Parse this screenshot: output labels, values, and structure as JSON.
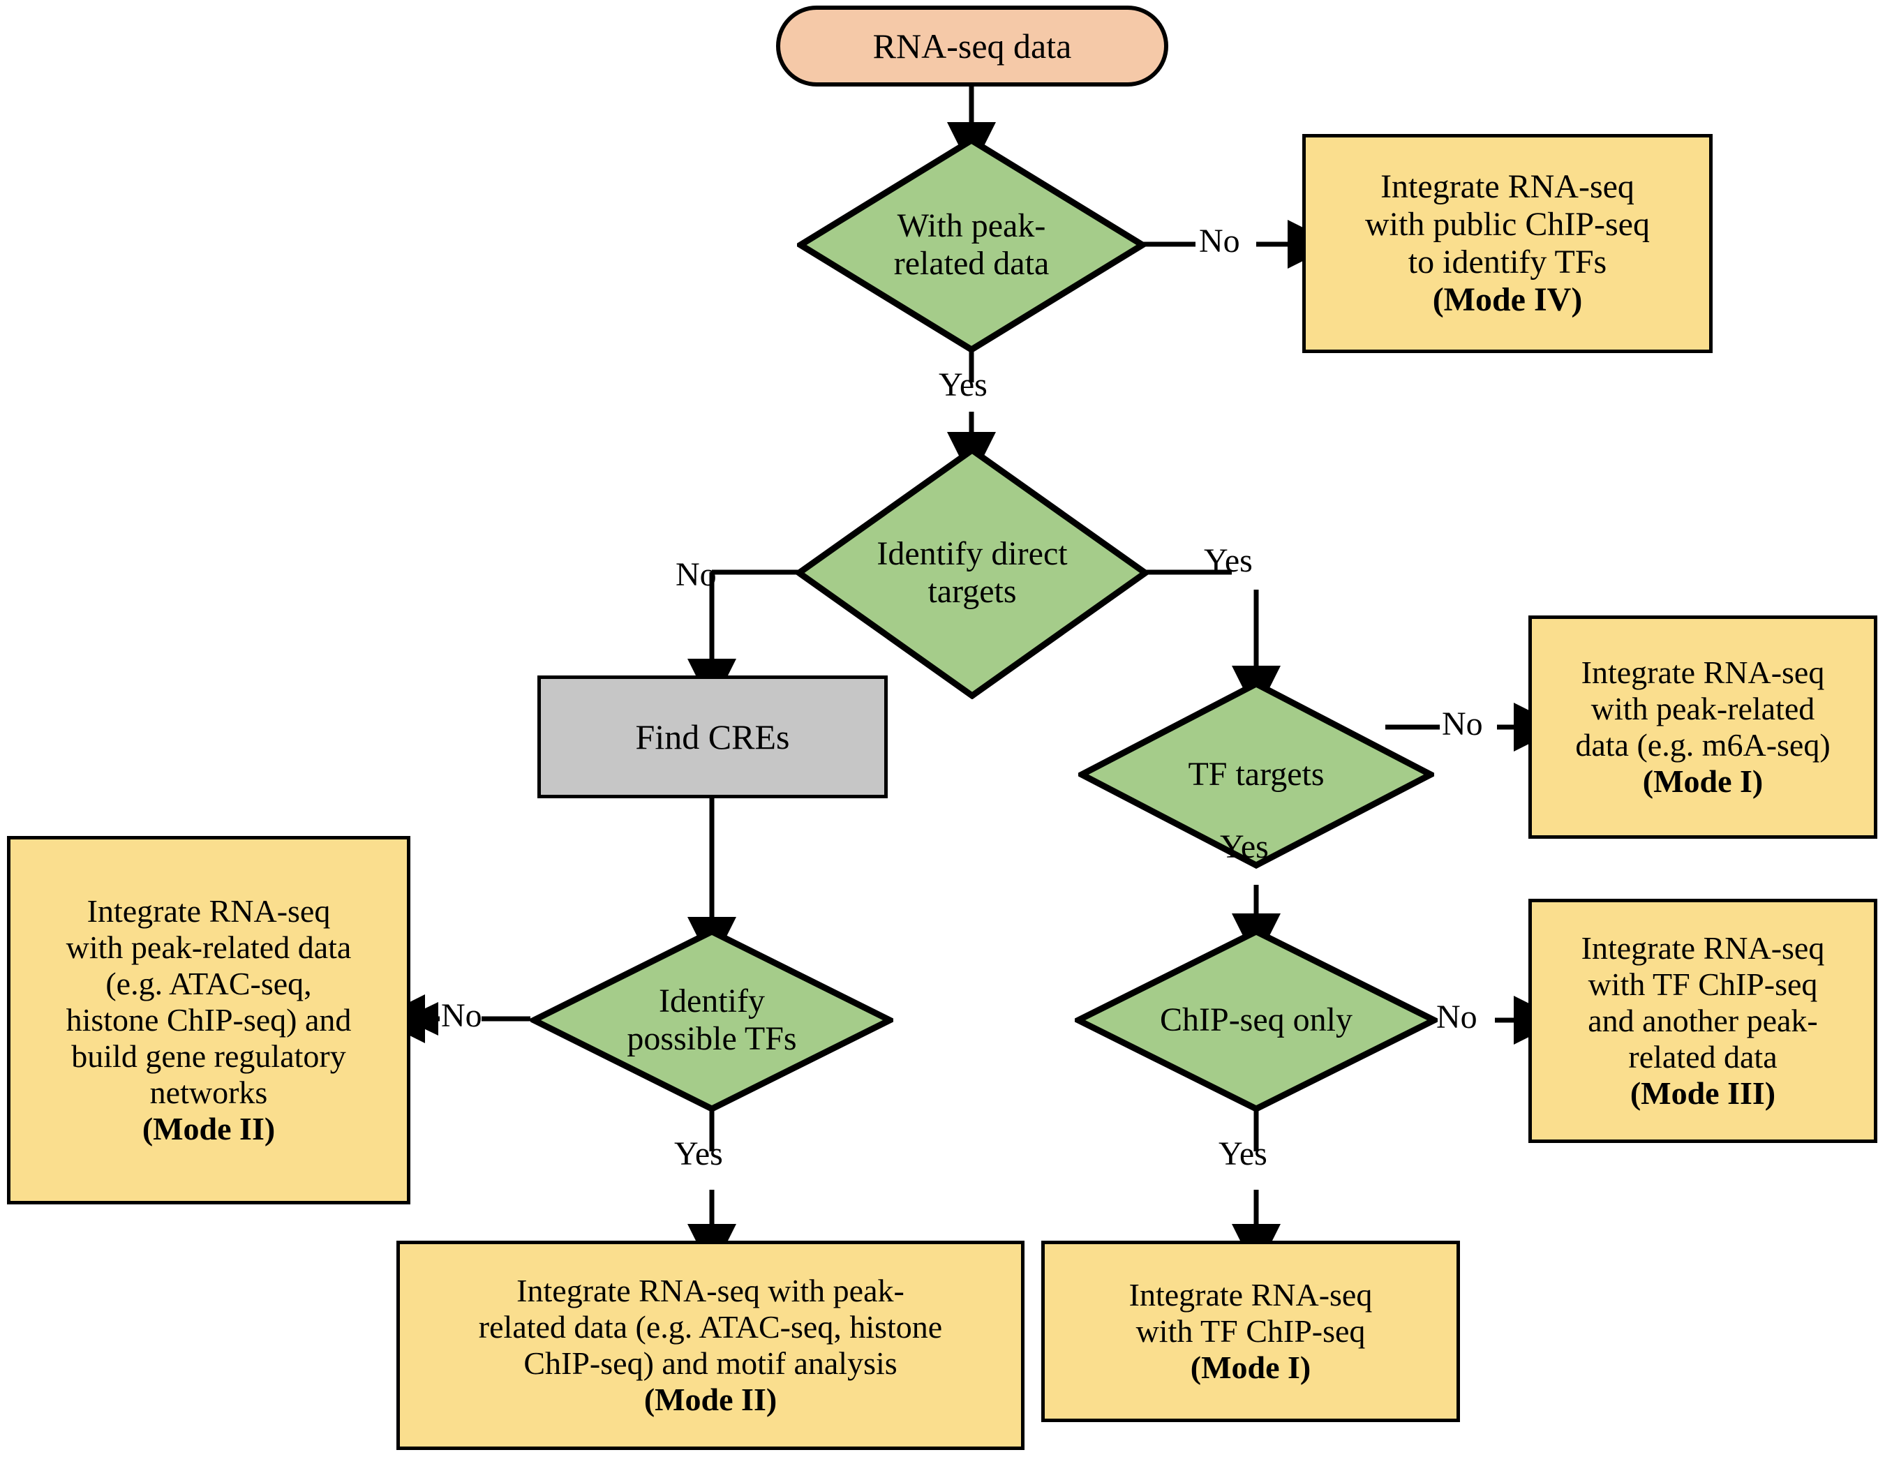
{
  "diagram": {
    "title": "RNA-seq data integration decision flowchart",
    "colors": {
      "terminal_fill": "#F5C9A8",
      "decision_fill": "#A5CC8A",
      "process_fill": "#C6C6C6",
      "outcome_fill": "#FADE8E",
      "stroke": "#000000",
      "background": "#FFFFFF"
    },
    "nodes": {
      "start": {
        "label": "RNA-seq data",
        "shape": "terminal"
      },
      "d1": {
        "line1": "With peak-",
        "line2": "related data",
        "shape": "decision"
      },
      "mode4": {
        "line1": "Integrate RNA-seq",
        "line2": "with public ChIP-seq",
        "line3": "to identify TFs",
        "mode": "(Mode IV)",
        "shape": "outcome"
      },
      "d2": {
        "line1": "Identify direct",
        "line2": "targets",
        "shape": "decision"
      },
      "findcres": {
        "label": "Find CREs",
        "shape": "process"
      },
      "d3": {
        "label": "TF targets",
        "shape": "decision"
      },
      "mode1a": {
        "line1": "Integrate RNA-seq",
        "line2": "with peak-related",
        "line3": "data (e.g. m6A-seq)",
        "mode": "(Mode I)",
        "shape": "outcome"
      },
      "mode2a": {
        "line1": "Integrate RNA-seq",
        "line2": "with peak-related data",
        "line3": "(e.g. ATAC-seq,",
        "line4": "histone ChIP-seq) and",
        "line5": "build gene regulatory",
        "line6": "networks",
        "mode": "(Mode II)",
        "shape": "outcome"
      },
      "d4": {
        "line1": "Identify",
        "line2": "possible TFs",
        "shape": "decision"
      },
      "d5": {
        "label": "ChIP-seq only",
        "shape": "decision"
      },
      "mode3": {
        "line1": "Integrate RNA-seq",
        "line2": "with TF ChIP-seq",
        "line3": "and another peak-",
        "line4": "related data",
        "mode": "(Mode III)",
        "shape": "outcome"
      },
      "mode2b": {
        "line1": "Integrate RNA-seq with peak-",
        "line2": "related data (e.g. ATAC-seq, histone",
        "line3": "ChIP-seq) and motif analysis",
        "mode": "(Mode II)",
        "shape": "outcome"
      },
      "mode1b": {
        "line1": "Integrate RNA-seq",
        "line2": "with TF ChIP-seq",
        "mode": "(Mode I)",
        "shape": "outcome"
      }
    },
    "edge_labels": {
      "d1_no": "No",
      "d1_yes": "Yes",
      "d2_no": "No",
      "d2_yes": "Yes",
      "d3_no": "No",
      "d3_yes": "Yes",
      "d4_no": "No",
      "d4_yes": "Yes",
      "d5_no": "No",
      "d5_yes": "Yes"
    },
    "edges": [
      {
        "from": "start",
        "to": "d1",
        "label": ""
      },
      {
        "from": "d1",
        "to": "mode4",
        "label": "No"
      },
      {
        "from": "d1",
        "to": "d2",
        "label": "Yes"
      },
      {
        "from": "d2",
        "to": "findcres",
        "label": "No"
      },
      {
        "from": "d2",
        "to": "d3",
        "label": "Yes"
      },
      {
        "from": "d3",
        "to": "mode1a",
        "label": "No"
      },
      {
        "from": "d3",
        "to": "d5",
        "label": "Yes"
      },
      {
        "from": "findcres",
        "to": "d4",
        "label": ""
      },
      {
        "from": "d4",
        "to": "mode2a",
        "label": "No"
      },
      {
        "from": "d4",
        "to": "mode2b",
        "label": "Yes"
      },
      {
        "from": "d5",
        "to": "mode3",
        "label": "No"
      },
      {
        "from": "d5",
        "to": "mode1b",
        "label": "Yes"
      }
    ]
  }
}
